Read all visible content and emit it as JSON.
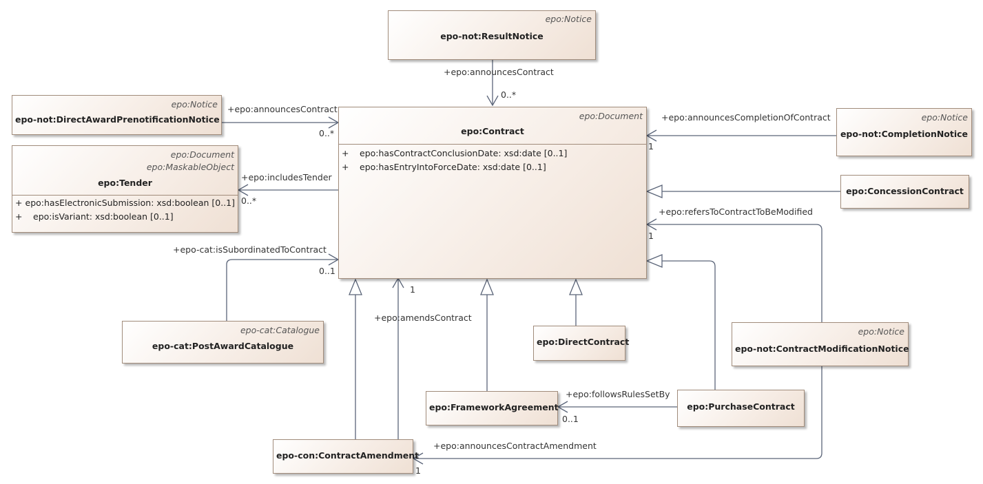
{
  "classes": {
    "result_notice": {
      "stereotype": "epo:Notice",
      "name": "epo-not:ResultNotice"
    },
    "direct_award": {
      "stereotype": "epo:Notice",
      "name": "epo-not:DirectAwardPrenotificationNotice"
    },
    "contract": {
      "stereotype": "epo:Document",
      "name": "epo:Contract",
      "attributes": [
        {
          "vis": "+",
          "text": "epo:hasContractConclusionDate: xsd:date [0..1]"
        },
        {
          "vis": "+",
          "text": "epo:hasEntryIntoForceDate: xsd:date [0..1]"
        }
      ]
    },
    "completion_notice": {
      "stereotype": "epo:Notice",
      "name": "epo-not:CompletionNotice"
    },
    "tender": {
      "stereotype1": "epo:Document",
      "stereotype2": "epo:MaskableObject",
      "name": "epo:Tender",
      "attributes": [
        {
          "vis": "+",
          "text": "epo:hasElectronicSubmission: xsd:boolean [0..1]"
        },
        {
          "vis": "+",
          "text": "epo:isVariant: xsd:boolean [0..1]"
        }
      ]
    },
    "concession_contract": {
      "name": "epo:ConcessionContract"
    },
    "post_award_catalogue": {
      "stereotype": "epo-cat:Catalogue",
      "name": "epo-cat:PostAwardCatalogue"
    },
    "direct_contract": {
      "name": "epo:DirectContract"
    },
    "contract_modification_notice": {
      "stereotype": "epo:Notice",
      "name": "epo-not:ContractModificationNotice"
    },
    "framework_agreement": {
      "name": "epo:FrameworkAgreement"
    },
    "purchase_contract": {
      "name": "epo:PurchaseContract"
    },
    "contract_amendment": {
      "name": "epo-con:ContractAmendment"
    }
  },
  "associations": {
    "announces_contract_result": {
      "role": "+epo:announcesContract",
      "mult": "0..*"
    },
    "announces_contract_direct": {
      "role": "+epo:announcesContract",
      "mult": "0..*"
    },
    "announces_completion": {
      "role": "+epo:announcesCompletionOfContract",
      "mult": "1"
    },
    "includes_tender": {
      "role": "+epo:includesTender",
      "mult": "0..*"
    },
    "refers_to_contract": {
      "role": "+epo:refersToContractToBeModified",
      "mult": "1"
    },
    "subordinated": {
      "role": "+epo-cat:isSubordinatedToContract",
      "mult": "0..1"
    },
    "amends_contract": {
      "role": "+epo:amendsContract",
      "mult": "1"
    },
    "follows_rules": {
      "role": "+epo:followsRulesSetBy",
      "mult": "0..1"
    },
    "announces_amendment": {
      "role": "+epo:announcesContractAmendment",
      "mult": "1"
    }
  }
}
